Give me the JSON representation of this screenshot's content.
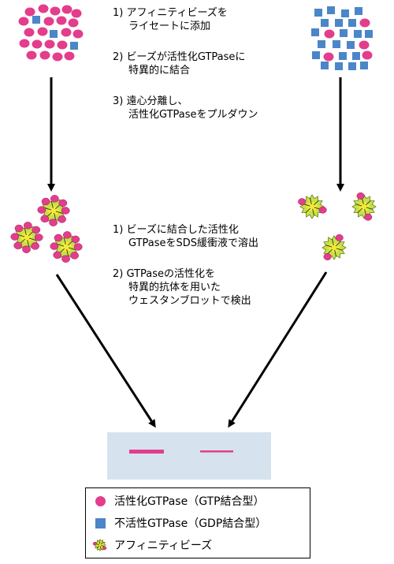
{
  "colors": {
    "active_gtpase": "#e33d8c",
    "inactive_gtpase": "#4a86c8",
    "bead_fill": "#c8e04a",
    "bead_core": "#f2ea3a",
    "blot_background": "#d6e3ee",
    "band": "#e33d8c",
    "arrow": "#000000"
  },
  "steps_top": [
    {
      "num": "1)",
      "lines": [
        "アフィニティビーズを",
        "ライセートに添加"
      ]
    },
    {
      "num": "2)",
      "lines": [
        "ビーズが活性化GTPaseに",
        "特異的に結合"
      ]
    },
    {
      "num": "3)",
      "lines": [
        "遠心分離し、",
        "活性化GTPaseをプルダウン"
      ]
    }
  ],
  "steps_bottom": [
    {
      "num": "1)",
      "lines": [
        "ビーズに結合した活性化",
        "GTPaseをSDS緩衝液で溶出"
      ]
    },
    {
      "num": "2)",
      "lines": [
        "GTPaseの活性化を",
        "特異的抗体を用いた",
        "ウェスタンブロットで検出"
      ]
    }
  ],
  "legend": {
    "active": "活性化GTPase（GTP結合型）",
    "inactive": "不活性GTPase（GDP結合型）",
    "beads": "アフィニティビーズ"
  },
  "icons": {
    "active": "pink-circle-icon",
    "inactive": "blue-square-icon",
    "beads": "affinity-bead-icon"
  }
}
